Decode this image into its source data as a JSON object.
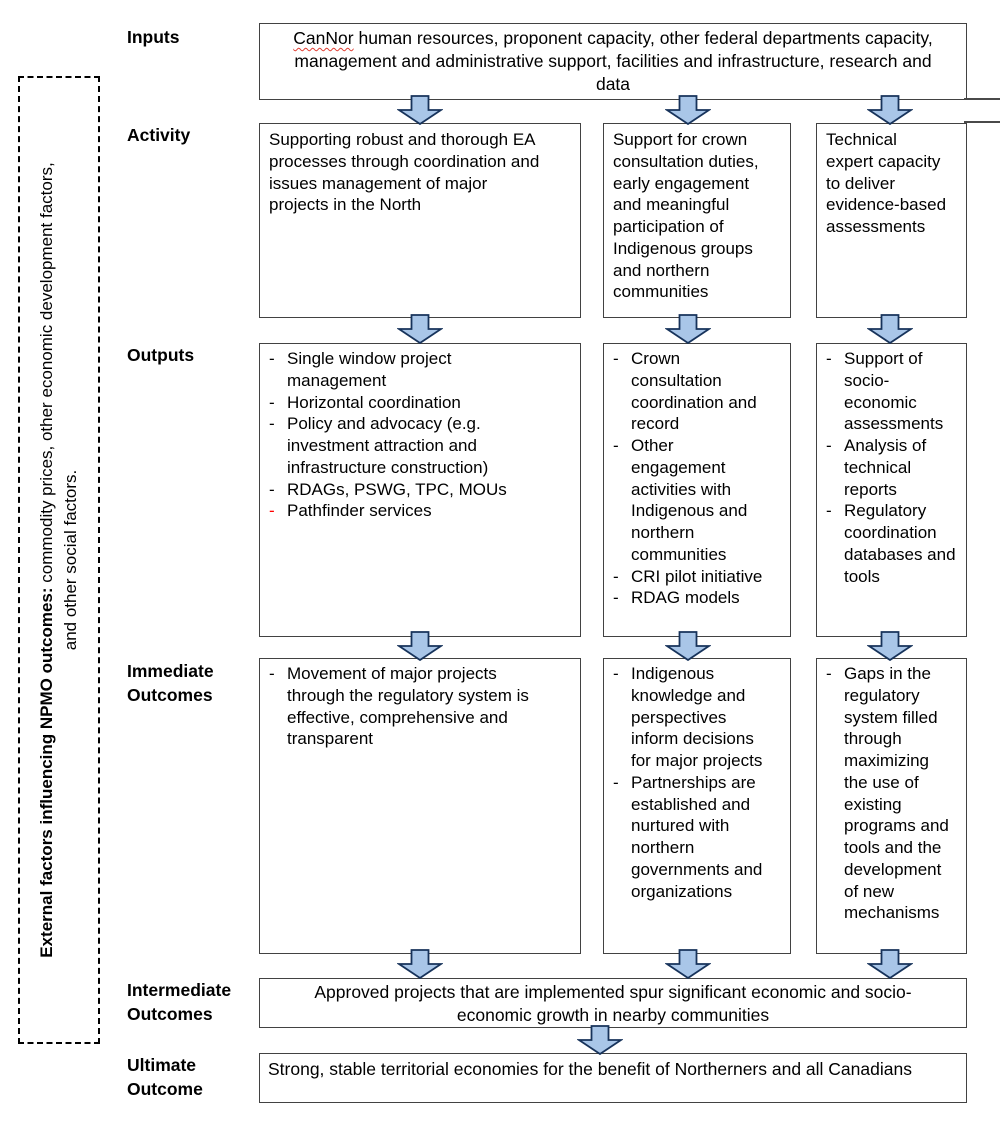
{
  "colors": {
    "arrow_fill": "#a9c6e8",
    "arrow_outline": "#17335b",
    "box_border": "#424242",
    "red_dash": "#ff0000",
    "spellcheck_underline": "#e03c31"
  },
  "sidebar": {
    "line1_bold": "External factors influencing NPMO outcomes:",
    "line1_rest": " commodity prices, other economic development factors,",
    "line2": "and other social factors."
  },
  "labels": {
    "inputs": "Inputs",
    "activity": "Activity",
    "outputs": "Outputs",
    "immediate": "Immediate Outcomes",
    "intermediate": "Intermediate Outcomes",
    "ultimate": "Ultimate Outcome"
  },
  "inputs": {
    "word": "CanNor",
    "rest": " human resources, proponent capacity, other federal departments capacity,\nmanagement and administrative support, facilities and infrastructure, research and\ndata"
  },
  "activity": {
    "col1": "Supporting robust and thorough EA\nprocesses through coordination and\nissues management of major\nprojects in the North",
    "col2": "Support for crown\nconsultation duties,\nearly engagement\nand meaningful\nparticipation of\nIndigenous groups\nand northern\ncommunities",
    "col3": "Technical\nexpert capacity\nto deliver\nevidence-based\nassessments"
  },
  "outputs": {
    "col1": [
      {
        "dash": "-",
        "text": "Single window project\nmanagement"
      },
      {
        "dash": "-",
        "text": "Horizontal coordination"
      },
      {
        "dash": "-",
        "text": "Policy and advocacy (e.g.\ninvestment attraction and\ninfrastructure construction)"
      },
      {
        "dash": "-",
        "text": "RDAGs, PSWG, TPC, MOUs"
      },
      {
        "dash": "-",
        "text": "Pathfinder services",
        "dash_color": "#ff0000"
      }
    ],
    "col2": [
      {
        "dash": "-",
        "text": "Crown\nconsultation\ncoordination and\nrecord"
      },
      {
        "dash": "-",
        "text": "Other\nengagement\nactivities with\nIndigenous and\nnorthern\ncommunities"
      },
      {
        "dash": "-",
        "text": "CRI pilot initiative"
      },
      {
        "dash": "-",
        "text": "RDAG models"
      }
    ],
    "col3": [
      {
        "dash": "-",
        "text": "Support of\nsocio-\neconomic\nassessments"
      },
      {
        "dash": "-",
        "text": "Analysis of\ntechnical\nreports"
      },
      {
        "dash": "-",
        "text": "Regulatory\ncoordination\ndatabases and\ntools"
      }
    ]
  },
  "immediate": {
    "col1": [
      {
        "dash": "-",
        "text": "Movement of major projects\nthrough the regulatory system is\neffective, comprehensive and\ntransparent"
      }
    ],
    "col2": [
      {
        "dash": "-",
        "text": "Indigenous\nknowledge and\nperspectives\ninform decisions\nfor major projects"
      },
      {
        "dash": "-",
        "text": "Partnerships are\nestablished and\nnurtured with\nnorthern\ngovernments and\norganizations"
      }
    ],
    "col3": [
      {
        "dash": "-",
        "text": "Gaps in the\nregulatory\nsystem filled\nthrough\nmaximizing\nthe use of\nexisting\nprograms and\ntools and the\ndevelopment\nof new\nmechanisms"
      }
    ]
  },
  "intermediate": {
    "text": "Approved projects that are implemented spur significant economic and socio-\neconomic growth in nearby communities"
  },
  "ultimate": {
    "text": "Strong, stable territorial economies for the benefit of Northerners and all Canadians"
  }
}
